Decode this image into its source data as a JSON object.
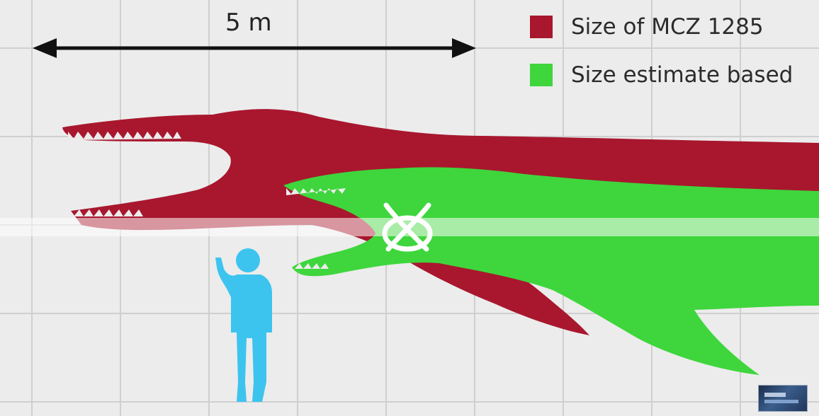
{
  "scale_bar": {
    "label": "5 m"
  },
  "legend": {
    "items": [
      {
        "label": "Size of MCZ 1285",
        "color": "#a8172e"
      },
      {
        "label": "Size estimate based",
        "color": "#3ed63c"
      }
    ]
  },
  "colors": {
    "background": "#ececec",
    "grid": "#cfcfcf",
    "red_silhouette": "#a8172e",
    "green_silhouette": "#3ed63c",
    "human": "#3cc4ef",
    "scale_arrow": "#111111"
  },
  "icons": {
    "human": "human-silhouette",
    "mark": "cross-mark",
    "thumbnail": "video-thumbnail"
  }
}
